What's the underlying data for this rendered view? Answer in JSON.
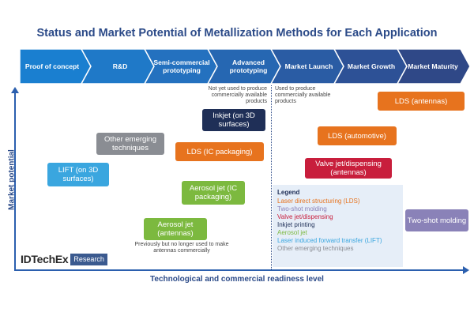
{
  "title": "Status and Market Potential of Metallization Methods for Each Application",
  "stages": [
    {
      "label": "Proof of concept",
      "color": "#1a7fd0"
    },
    {
      "label": "R&D",
      "color": "#1f79c8"
    },
    {
      "label": "Semi-commercial prototyping",
      "color": "#2471bf"
    },
    {
      "label": "Advanced prototyping",
      "color": "#2667b2"
    },
    {
      "label": "Market Launch",
      "color": "#2a5ca4"
    },
    {
      "label": "Market Growth",
      "color": "#2d5196"
    },
    {
      "label": "Market Maturity",
      "color": "#2f4887"
    }
  ],
  "axes": {
    "x_label": "Technological and commercial readiness level",
    "y_label": "Market potential"
  },
  "notes": {
    "not_yet": "Not yet used to produce commercially available products",
    "used_to": "Used to produce commercially available products",
    "previously": "Previously but no longer used to make antennas commercially"
  },
  "boxes": [
    {
      "label": "LIFT (on 3D surfaces)",
      "color": "#3aa6df",
      "category": "Laser induced forward transfer (LIFT)"
    },
    {
      "label": "Other emerging techniques",
      "color": "#8a8d93",
      "category": "Other emerging techniques"
    },
    {
      "label": "Inkjet (on 3D surfaces)",
      "color": "#1f2f57",
      "category": "Inkjet printing"
    },
    {
      "label": "LDS (IC packaging)",
      "color": "#e7731e",
      "category": "Laser direct structuring (LDS)"
    },
    {
      "label": "Aerosol jet (IC packaging)",
      "color": "#7cb93f",
      "category": "Aerosol jet"
    },
    {
      "label": "Aerosol jet (antennas)",
      "color": "#7cb93f",
      "category": "Aerosol jet"
    },
    {
      "label": "LDS (antennas)",
      "color": "#e7731e",
      "category": "Laser direct structuring (LDS)"
    },
    {
      "label": "LDS (automotive)",
      "color": "#e7731e",
      "category": "Laser direct structuring (LDS)"
    },
    {
      "label": "Valve jet/dispensing (antennas)",
      "color": "#c81e3c",
      "category": "Valve jet/dispensing"
    },
    {
      "label": "Two-shot molding",
      "color": "#8a82b8",
      "category": "Two-shot molding"
    }
  ],
  "legend": {
    "title": "Legend",
    "items": [
      {
        "label": "Laser direct structuring (LDS)",
        "color": "#e7731e"
      },
      {
        "label": "Two-shot molding",
        "color": "#8a82b8"
      },
      {
        "label": "Valve jet/dispensing",
        "color": "#c81e3c"
      },
      {
        "label": "Inkjet printing",
        "color": "#1f2f57"
      },
      {
        "label": "Aerosol jet",
        "color": "#7cb93f"
      },
      {
        "label": "Laser induced forward transfer (LIFT)",
        "color": "#3aa6df"
      },
      {
        "label": "Other emerging techniques",
        "color": "#8a8d93"
      }
    ]
  },
  "logo": {
    "name": "IDTechEx",
    "badge": "Research"
  },
  "axis_color": "#2b5fae"
}
